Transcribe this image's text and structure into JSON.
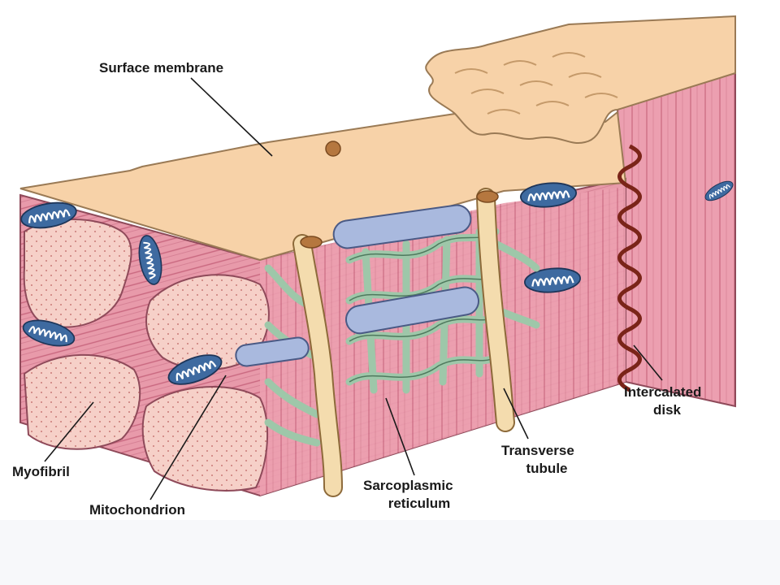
{
  "labels": {
    "surface_membrane": "Surface membrane",
    "intercalated_disk_line1": "Intercalated",
    "intercalated_disk_line2": "disk",
    "transverse_tubule_line1": "Transverse",
    "transverse_tubule_line2": "tubule",
    "sarcoplasmic_reticulum_line1": "Sarcoplasmic",
    "sarcoplasmic_reticulum_line2": "reticulum",
    "myofibril": "Myofibril",
    "mitochondrion": "Mitochondrion"
  },
  "colors": {
    "membrane": "#f7d2a8",
    "muscle": "#e89aaa",
    "muscle_dark": "#c9677f",
    "myofibril_section": "#f6d0c8",
    "mitochondria": "#3e6aa0",
    "reticulum": "#9ec7a9",
    "tubule": "#f4dcae",
    "lipid": "#a9b9de",
    "disk": "#7a2418"
  }
}
